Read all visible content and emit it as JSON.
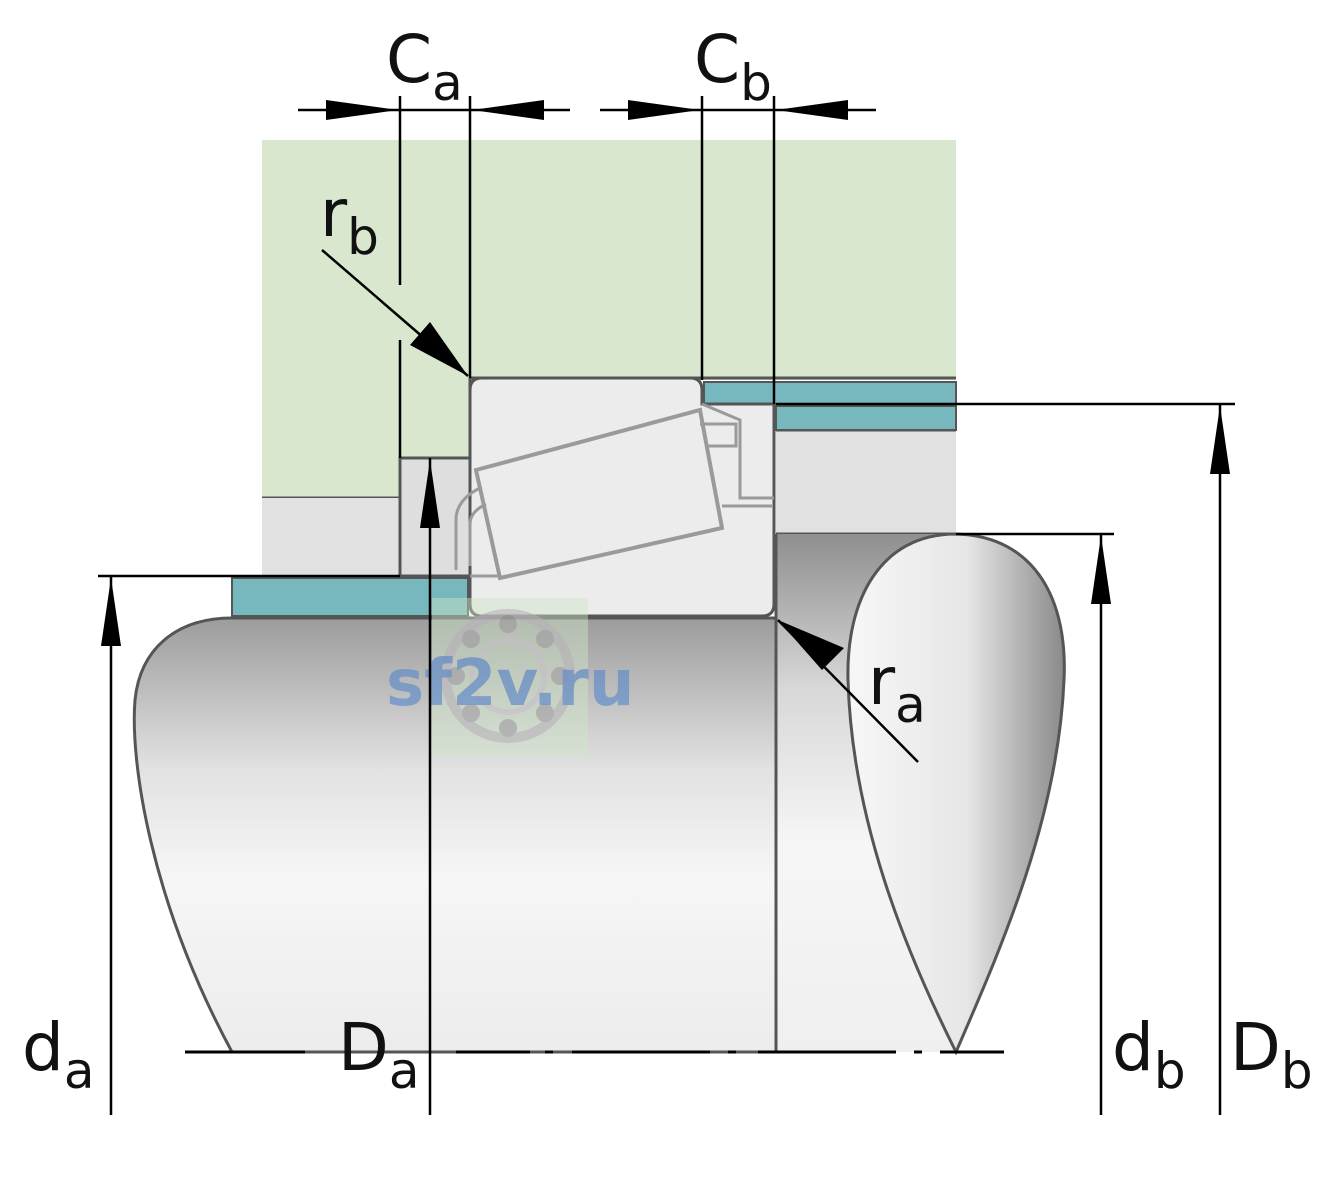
{
  "labels": {
    "Ca": {
      "main": "C",
      "sub": "a"
    },
    "Cb": {
      "main": "C",
      "sub": "b"
    },
    "rb": {
      "main": "r",
      "sub": "b"
    },
    "ra": {
      "main": "r",
      "sub": "a"
    },
    "da": {
      "main": "d",
      "sub": "a"
    },
    "Da": {
      "main": "D",
      "sub": "a"
    },
    "db": {
      "main": "d",
      "sub": "b"
    },
    "Db": {
      "main": "D",
      "sub": "b"
    }
  },
  "watermark": "sf2v.ru",
  "colors": {
    "housing": "#d9e7cf",
    "shim": "#77b8be",
    "bearing": "#ececec",
    "outline": "#555555",
    "dimension": "#000000"
  }
}
